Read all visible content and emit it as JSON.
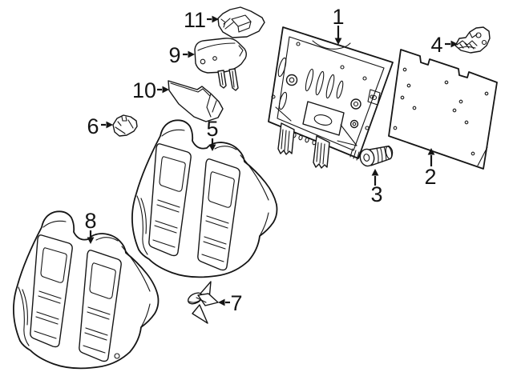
{
  "figure": {
    "kind": "exploded-parts-line-diagram",
    "background_color": "#ffffff",
    "line_color": "#151515",
    "callout_count": 11
  },
  "callouts": [
    {
      "number": "1"
    },
    {
      "number": "2"
    },
    {
      "number": "3"
    },
    {
      "number": "4"
    },
    {
      "number": "5"
    },
    {
      "number": "6"
    },
    {
      "number": "7"
    },
    {
      "number": "8"
    },
    {
      "number": "9"
    },
    {
      "number": "10"
    },
    {
      "number": "11"
    }
  ]
}
